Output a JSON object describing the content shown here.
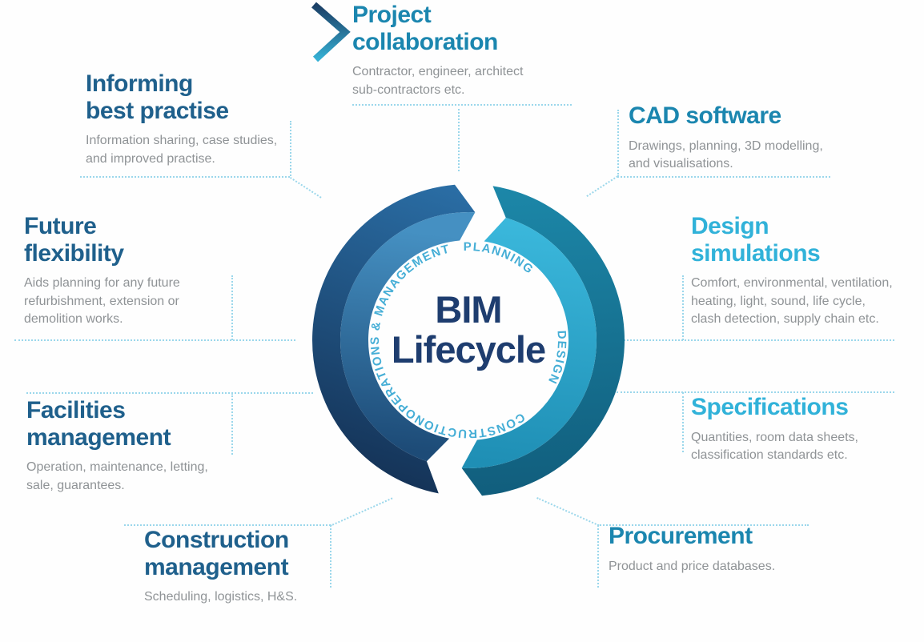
{
  "diagram": {
    "center": {
      "title": "BIM\nLifecycle"
    },
    "ring_labels": [
      {
        "id": "operations-management",
        "label": "OPERATIONS & MANAGEMENT"
      },
      {
        "id": "planning",
        "label": "PLANNING"
      },
      {
        "id": "design",
        "label": "DESIGN"
      },
      {
        "id": "construction",
        "label": "CONSTRUCTION"
      }
    ],
    "sections": [
      {
        "id": "project-collaboration",
        "title": "Project\ncollaboration",
        "description": "Contractor, engineer, architect\nsub-contractors etc.",
        "color": "#1b86af"
      },
      {
        "id": "informing-best-practise",
        "title": "Informing\nbest practise",
        "description": "Information sharing, case studies,\nand improved practise.",
        "color": "#1f608c"
      },
      {
        "id": "cad-software",
        "title": "CAD software",
        "description": "Drawings, planning, 3D modelling,\nand visualisations.",
        "color": "#1b86af"
      },
      {
        "id": "future-flexibility",
        "title": "Future\nflexibility",
        "description": "Aids planning for any future\nrefurbishment, extension or\ndemolition works.",
        "color": "#1f608c"
      },
      {
        "id": "design-simulations",
        "title": "Design\nsimulations",
        "description": "Comfort, environmental, ventilation,\nheating, light, sound, life cycle,\nclash detection, supply chain etc.",
        "color": "#31b2d9"
      },
      {
        "id": "facilities-management",
        "title": "Facilities\nmanagement",
        "description": "Operation, maintenance, letting,\nsale, guarantees.",
        "color": "#1f608c"
      },
      {
        "id": "specifications",
        "title": "Specifications",
        "description": "Quantities, room data sheets,\nclassification standards etc.",
        "color": "#31b2d9"
      },
      {
        "id": "construction-management",
        "title": "Construction\nmanagement",
        "description": "Scheduling, logistics, H&S.",
        "color": "#1f608c"
      },
      {
        "id": "procurement",
        "title": "Procurement",
        "description": "Product and price databases.",
        "color": "#1b86af"
      }
    ],
    "colors": {
      "heading_dark": "#1f608c",
      "heading_medium": "#1b86af",
      "heading_light": "#31b2d9",
      "body_text": "#8f9396",
      "dotted_line": "#9bd7eb",
      "ring_text": "#45aed6",
      "center_text": "#1e3d6f",
      "ring_left_dark": "#16385e",
      "ring_left_light": "#2f79ad",
      "ring_right_dark": "#136documents3f7f",
      "ring_right_light": "#2aa9ce"
    }
  }
}
